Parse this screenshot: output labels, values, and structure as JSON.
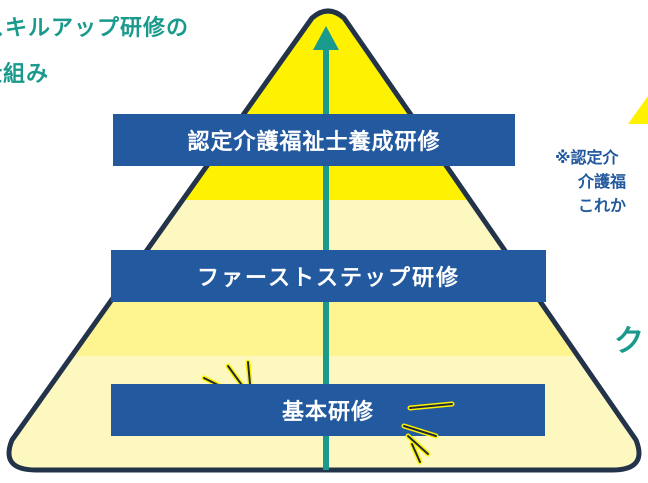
{
  "heading": {
    "line1": "スキルアップ研修の",
    "line2": "仕組み"
  },
  "tiers": {
    "top": "認定介護福祉士養成研修",
    "middle": "ファーストステップ研修",
    "bottom": "基本研修"
  },
  "side_note": {
    "line1": "※認定介",
    "line2": "介護福",
    "line3": "これか"
  },
  "partial_glyph": "ク",
  "colors": {
    "pyramid_yellow": "#fff200",
    "pyramid_cream": "#fdf7c0",
    "pyramid_outline": "#23334a",
    "band_blue": "#23599e",
    "arrow_teal": "#1a9a8c",
    "heading_teal": "#1a9a8c"
  }
}
